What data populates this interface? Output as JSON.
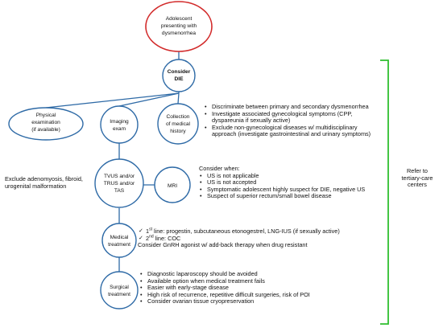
{
  "nodes": {
    "start": [
      "Adolescent",
      "presenting with",
      "dysmenorrhea"
    ],
    "consider": [
      "Consider",
      "DIE"
    ],
    "physical": [
      "Physical",
      "examination",
      "(if available)"
    ],
    "imaging": [
      "Imaging",
      "exam"
    ],
    "collection": [
      "Collection",
      "of medical",
      "history"
    ],
    "tvus": [
      "TVUS and/or",
      "TRUS and/or",
      "TAS"
    ],
    "mri": [
      "MRI"
    ],
    "medical": [
      "Medical",
      "treatment"
    ],
    "surgical": [
      "Surgical",
      "treatment"
    ]
  },
  "notes": {
    "history": [
      "Discriminate between primary and secondary dysmenorrhea",
      "Investigate associated gynecological symptoms (CPP, dyspareunia if sexually active)",
      "Exclude non-gynecological diseases w/ multidisciplinary approach (investigate gastrointestinal and urinary symptoms)"
    ],
    "exclude": "Exclude adenomyosis, fibroid, urogenital malformation",
    "mri_title": "Consider when:",
    "mri": [
      "US is not applicable",
      "US is not accepted",
      "Symptomatic adolescent highly suspect for DIE, negative US",
      "Suspect of superior rectum/small bowel disease"
    ],
    "medical": {
      "line1_prefix": "1",
      "line1_sup": "st",
      "line1_rest": " line: progestin, subcutaneous etonogestrel, LNG-IUS (if sexually active)",
      "line2_prefix": "2",
      "line2_sup": "nd",
      "line2_rest": " line: COC",
      "extra": "Consider GnRH agonist w/ add-back therapy when drug resistant"
    },
    "surgical": [
      "Diagnostic laparoscopy should be avoided",
      "Available option when medical treatment fails",
      "Easier with early-stage disease",
      "High risk of recurrence, repetitive difficult surgeries, risk of POI",
      "Consider ovarian tissue cryopreservation"
    ],
    "refer": [
      "Refer to",
      "tertiary-care",
      "centers"
    ]
  },
  "colors": {
    "node_stroke": "#2e6aa6",
    "start_stroke": "#d22a2a",
    "bracket": "#2fbf2f"
  }
}
